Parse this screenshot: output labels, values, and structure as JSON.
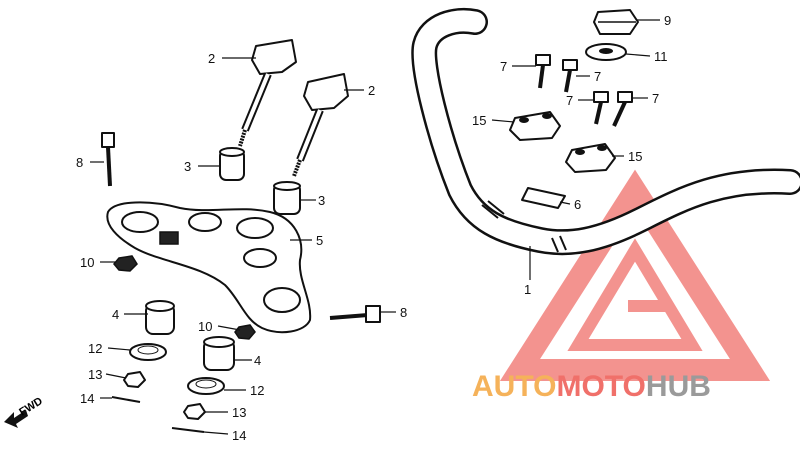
{
  "diagram": {
    "callouts": [
      {
        "id": "c1",
        "text": "1"
      },
      {
        "id": "c2a",
        "text": "2"
      },
      {
        "id": "c2b",
        "text": "2"
      },
      {
        "id": "c3a",
        "text": "3"
      },
      {
        "id": "c3b",
        "text": "3"
      },
      {
        "id": "c4a",
        "text": "4"
      },
      {
        "id": "c4b",
        "text": "4"
      },
      {
        "id": "c5",
        "text": "5"
      },
      {
        "id": "c6",
        "text": "6"
      },
      {
        "id": "c7a",
        "text": "7"
      },
      {
        "id": "c7b",
        "text": "7"
      },
      {
        "id": "c7c",
        "text": "7"
      },
      {
        "id": "c7d",
        "text": "7"
      },
      {
        "id": "c8a",
        "text": "8"
      },
      {
        "id": "c8b",
        "text": "8"
      },
      {
        "id": "c9",
        "text": "9"
      },
      {
        "id": "c10a",
        "text": "10"
      },
      {
        "id": "c10b",
        "text": "10"
      },
      {
        "id": "c11",
        "text": "11"
      },
      {
        "id": "c12a",
        "text": "12"
      },
      {
        "id": "c12b",
        "text": "12"
      },
      {
        "id": "c13a",
        "text": "13"
      },
      {
        "id": "c13b",
        "text": "13"
      },
      {
        "id": "c14a",
        "text": "14"
      },
      {
        "id": "c14b",
        "text": "14"
      },
      {
        "id": "c15a",
        "text": "15"
      },
      {
        "id": "c15b",
        "text": "15"
      }
    ],
    "fwd_label": "FWD"
  },
  "watermark": {
    "part1": "AUTO",
    "part2": "MOTO",
    "part3": "HUB",
    "color_red": "#f0706a",
    "color_orange": "#f5b25a",
    "color_gray": "#9a9a9a"
  }
}
